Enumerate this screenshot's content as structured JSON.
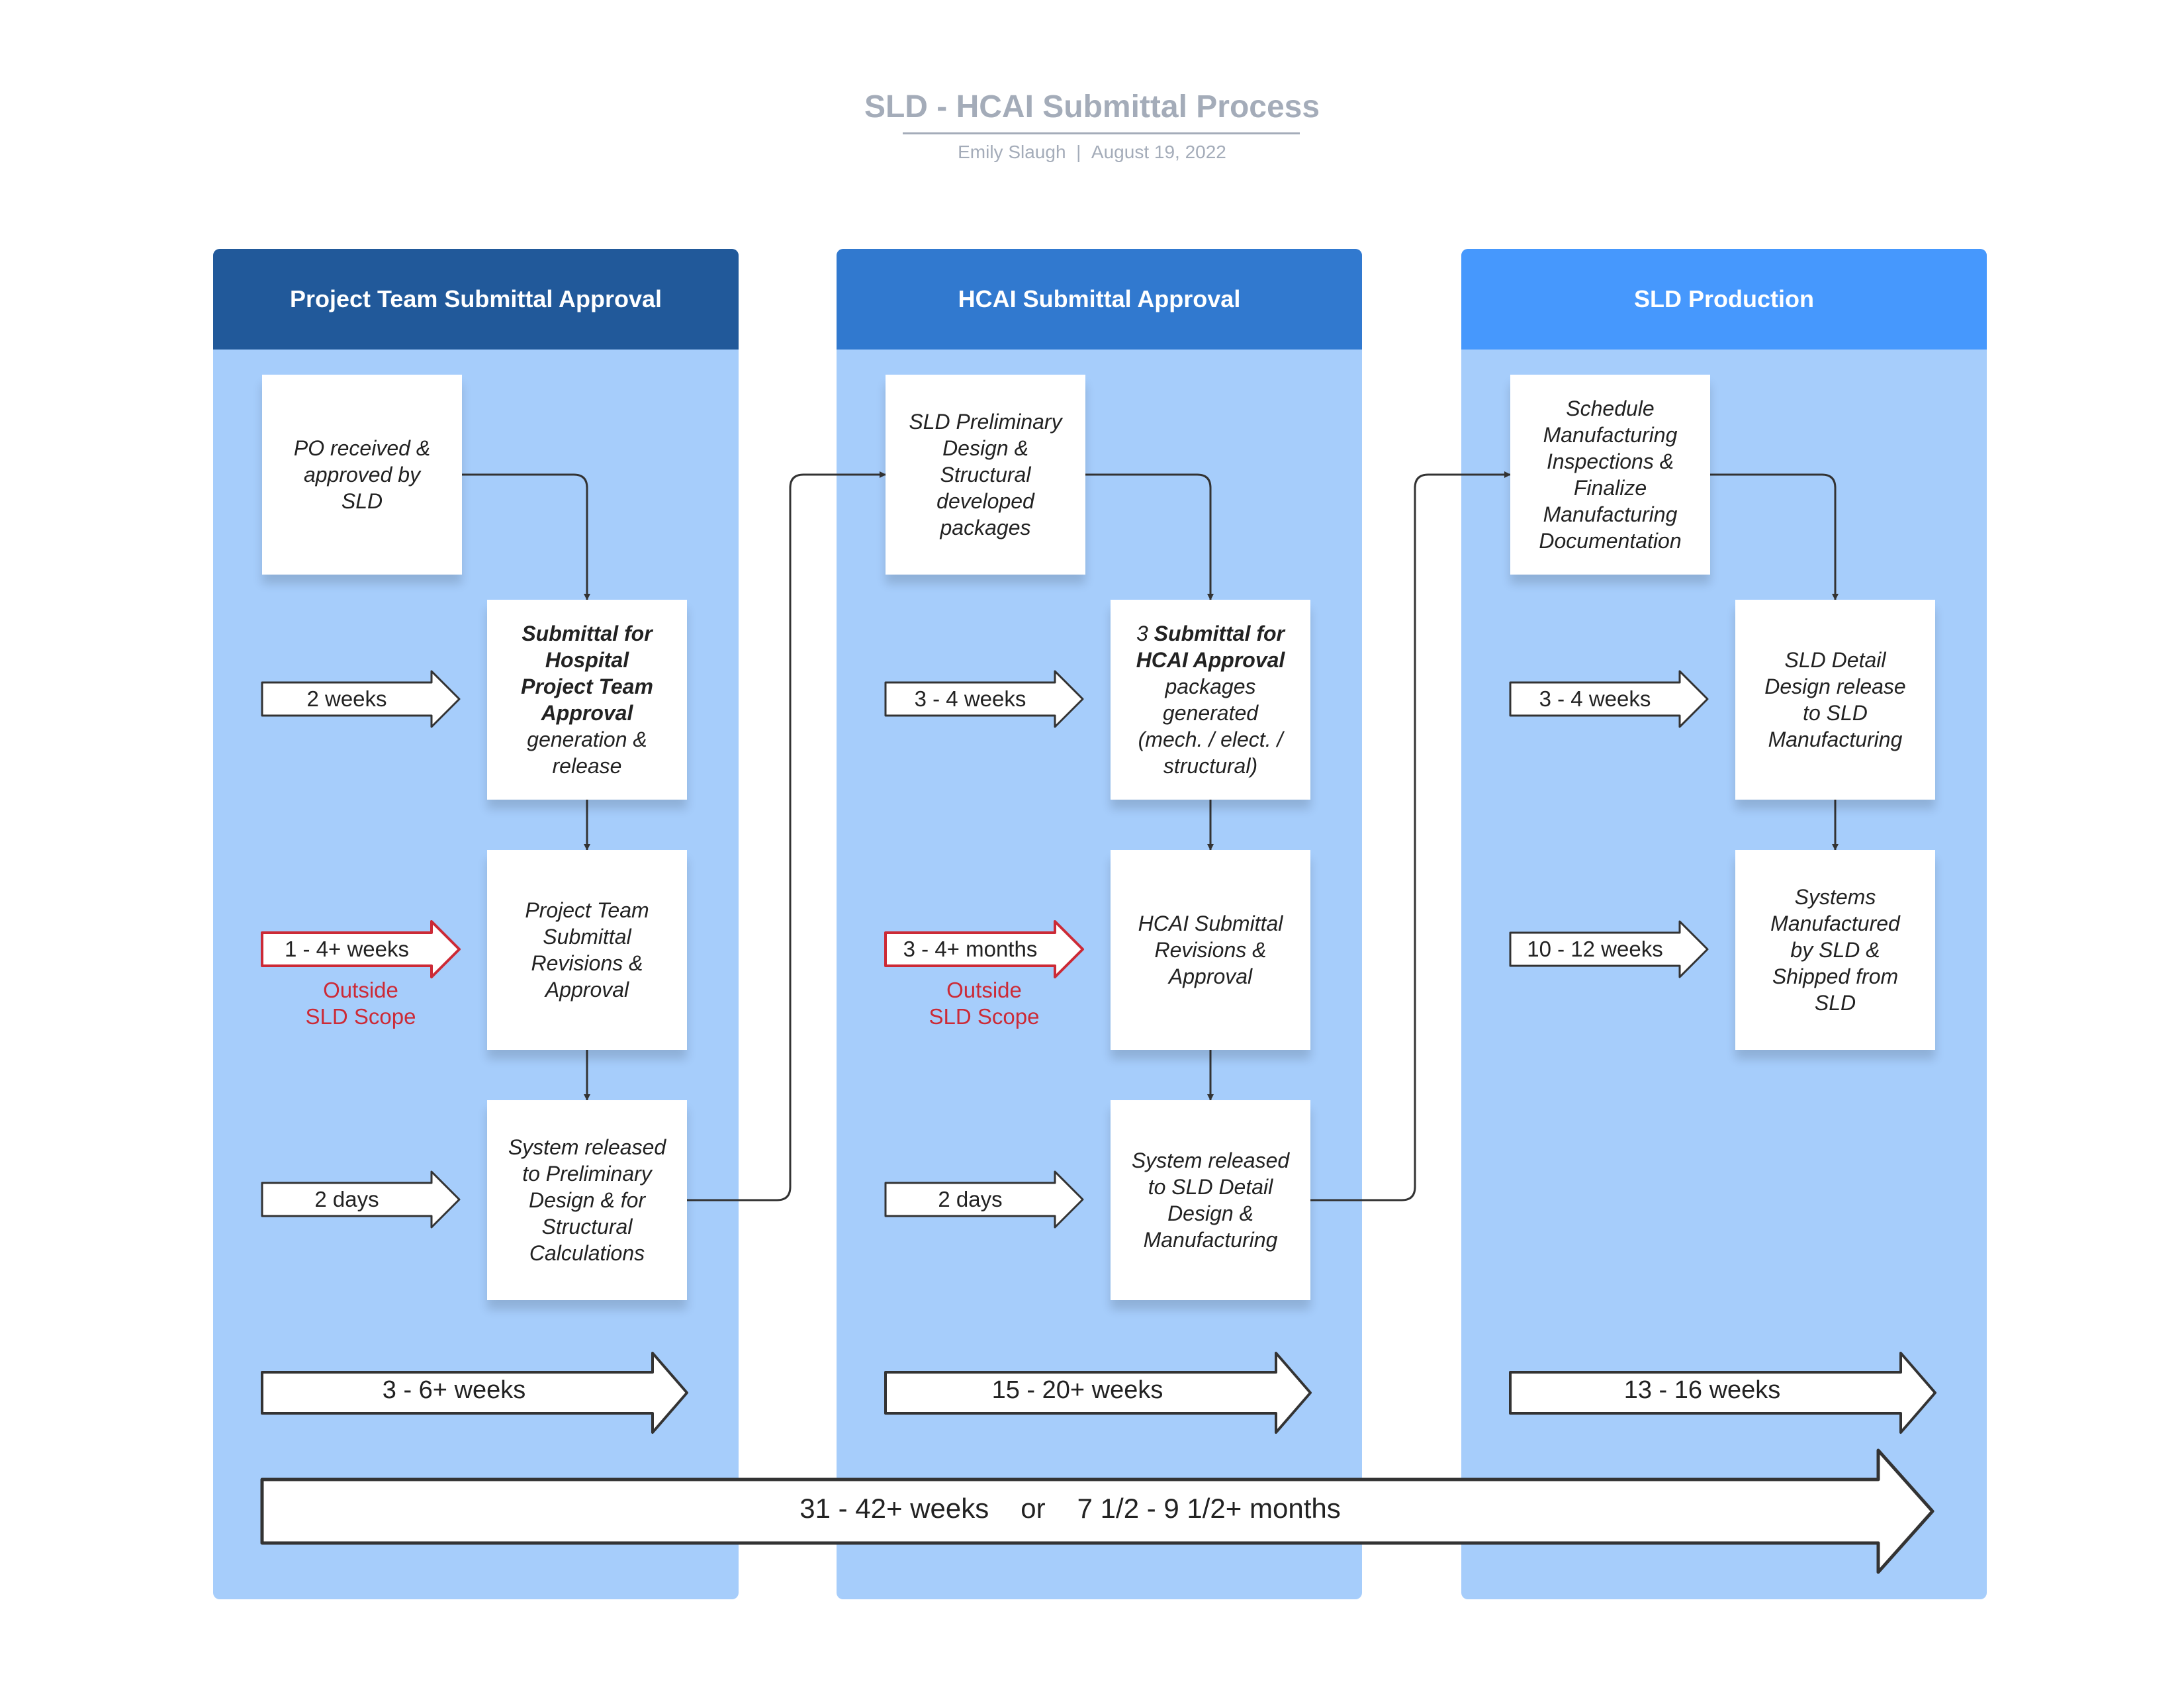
{
  "header": {
    "title": "SLD - HCAI Submittal Process",
    "author": "Emily Slaugh",
    "separator": "|",
    "date": "August 19, 2022"
  },
  "colors": {
    "lane_bg": "#a6cdfb",
    "lane1_header": "#21599a",
    "lane2_header": "#3179cf",
    "lane3_header": "#4698fd",
    "outside_scope_red": "#cc2a36",
    "title_gray": "#a4acb9"
  },
  "lanes": [
    {
      "title": "Project Team Submittal Approval",
      "boxes": [
        {
          "lines": [
            "PO received &",
            "approved by",
            "SLD"
          ]
        },
        {
          "lines": [
            {
              "text": "Submittal for",
              "bold": true
            },
            {
              "text": "Hospital",
              "bold": true
            },
            {
              "text": "Project Team",
              "bold": true
            },
            {
              "text": "Approval",
              "bold": true
            },
            {
              "text": "generation &"
            },
            {
              "text": "release"
            }
          ]
        },
        {
          "lines": [
            "Project Team",
            "Submittal",
            "Revisions &",
            "Approval"
          ]
        },
        {
          "lines": [
            "System released",
            "to Preliminary",
            "Design & for",
            "Structural",
            "Calculations"
          ]
        }
      ],
      "durations": [
        "2 weeks",
        "1 - 4+ weeks",
        "2 days"
      ],
      "outside_scope": [
        "Outside",
        "SLD Scope"
      ],
      "total": "3 - 6+ weeks"
    },
    {
      "title": "HCAI Submittal Approval",
      "boxes": [
        {
          "lines": [
            "SLD Preliminary",
            "Design &",
            "Structural",
            "developed",
            "packages"
          ]
        },
        {
          "lines": [
            {
              "parts": [
                {
                  "text": "3 "
                },
                {
                  "text": "Submittal for",
                  "bold": true
                }
              ]
            },
            {
              "text": "HCAI Approval",
              "bold": true
            },
            {
              "text": "packages"
            },
            {
              "text": "generated"
            },
            {
              "text": "(mech. / elect. /"
            },
            {
              "text": "structural)"
            }
          ]
        },
        {
          "lines": [
            "HCAI Submittal",
            "Revisions &",
            "Approval"
          ]
        },
        {
          "lines": [
            "System released",
            "to SLD Detail",
            "Design &",
            "Manufacturing"
          ]
        }
      ],
      "durations": [
        "3 - 4 weeks",
        "3 - 4+ months",
        "2 days"
      ],
      "outside_scope": [
        "Outside",
        "SLD Scope"
      ],
      "total": "15 - 20+ weeks"
    },
    {
      "title": "SLD Production",
      "boxes": [
        {
          "lines": [
            "Schedule",
            "Manufacturing",
            "Inspections &",
            "Finalize",
            "Manufacturing",
            "Documentation"
          ]
        },
        {
          "lines": [
            "SLD Detail",
            "Design release",
            "to SLD",
            "Manufacturing"
          ]
        },
        {
          "lines": [
            "Systems",
            "Manufactured",
            "by SLD &",
            "Shipped from",
            "SLD"
          ]
        }
      ],
      "durations": [
        "3 - 4 weeks",
        "10 - 12 weeks"
      ],
      "total": "13 - 16 weeks"
    }
  ],
  "overall": {
    "weeks": "31 - 42+ weeks",
    "or": "or",
    "months": "7 1/2 - 9 1/2+ months"
  }
}
